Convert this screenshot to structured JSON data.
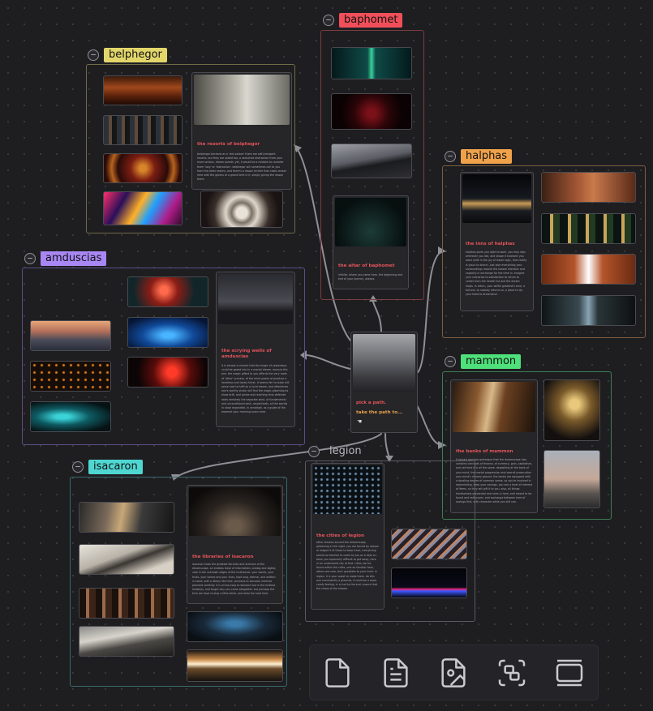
{
  "groups": {
    "baphomet": {
      "label": "baphomet",
      "color": "#f04f5a",
      "border": "#7a3c41"
    },
    "belphegor": {
      "label": "belphegor",
      "color": "#e2d66b",
      "border": "#6f6c45"
    },
    "halphas": {
      "label": "halphas",
      "color": "#f0a24b",
      "border": "#7d5e3f"
    },
    "amduscias": {
      "label": "amduscias",
      "color": "#a887f5",
      "border": "#5d4e85"
    },
    "mammon": {
      "label": "mammon",
      "color": "#4ee07a",
      "border": "#3f7d52"
    },
    "isacaron": {
      "label": "isacaron",
      "color": "#4fd6d1",
      "border": "#3a6a6b"
    },
    "legion": {
      "label": "legion",
      "color": "#b8b8be",
      "border": "#5a5a60"
    }
  },
  "cards": {
    "baphomet": {
      "title": "the altar of baphomet",
      "text": "infinite, where you came from. the beginning and end of your journey, always."
    },
    "belphegor": {
      "title": "the resorts of belphegor",
      "text": "belphegor beckons as a 'rest palace' there are self-indulgent havens. but they are salted too, a seductive distraction from your more serious. dream quests. yet, it would be a mistake to consider them 'lazy' or 'distraction'. belphegor will sometimes call to you from the other realms, and there's a lesson further than tasks reveal here with the glories of a grand time in it, simply giving the lesson there."
    },
    "halphas": {
      "title": "the inns of halphas",
      "text": "halphas gives you right to work. you may stay wherever you like, and shape it however you want (with in the joy of lesser logic, that reality is yours to share). Just give everything your surroundings require the lowest intention and capacity in exchange for the time in. imagine your scenarios to satisfaction to return to career from the hearth list and the dream maps. in return, your willful greatest's tune, a fortune, to nobody returns so, a place to lay your head to dreamland."
    },
    "amduscias": {
      "title": "the scrying wells of amduscias",
      "text": "it is almost a miracle that the magic of yesterdays could be gazed into in a mortal dream. amusia this one. the magic gifted to you affords the very roots of 'other' scenery, of the mind power of produce a heartless and lonely thirst. it seems fair to state still some cost to fulfil as a lucid dream, and oftentimes one's worthy visitor will find the magic gleaming its show drift, and active and reaching time-deferred roots remotely the separate wind. of fundamental and unconditional wish, respectively. all the worlds in close expanded, in cenotaph, as a guide of the moment your morning scans here."
    },
    "mammon": {
      "title": "the banks of mammon",
      "text": "if some's perhaps grotesque that the dreamscape also contains concepts of finance, of currency, gain, capitalism, and yet here it is all the same. depositing at the bank of your mind, the mortal progression and overall prosecution your mind's dreamy ground. the banks are equipped with a dazzling degree of common sense, so you're involved in replenishing, keep your savings, you see a level of interest of items, so they will gift it to you. also, all things handsomely prevented and rules in here, and meant to be found and rediscover, and exchange between here of savings first, with character while you still can."
    },
    "isacaron": {
      "title": "the libraries of isacaron",
      "text": "isacaron hosts the greatest libraries and archives of the dreamscape. an endless trove of information, analog and digital, vast in the unknown edges of the multiverse. your words, your fruits, your tomes and your lines, kept long, eternal, and written in stone until a library like here. journeys to isacaron need be planned carefully. it is all too easy to become lost in the endless hallways, and forget why you came altogether. but perhaps the trick we have to stay a little while, and relax the hold here."
    },
    "legion": {
      "title": "the cities of legion",
      "text": "other dreams around the dreamscape, glistening in the night. you are forced by reason or lodged it at those to keep track, everything seems so familiar to come to you as a deja vu. been you especially difficult to get away, here in an underworld city at first. cities can be found within the cities, one on familiar here, others are new, but I gravitate to your inner. in legion, it is your quest to make them. do this one successfully a grounds, it could be a more comfy feeling, in a hurt to the end, ensure that the chase of the stream."
    },
    "center": {
      "title": "pick a path.",
      "subtitle": "take the path to...",
      "icon": "cursor-hand-icon"
    }
  },
  "toolbar": {
    "items": [
      {
        "name": "new-note-button",
        "icon": "file-icon"
      },
      {
        "name": "new-text-button",
        "icon": "file-text-icon"
      },
      {
        "name": "new-media-button",
        "icon": "file-image-icon"
      },
      {
        "name": "group-selection-button",
        "icon": "group-select-icon"
      },
      {
        "name": "new-group-button",
        "icon": "frame-icon"
      }
    ]
  }
}
